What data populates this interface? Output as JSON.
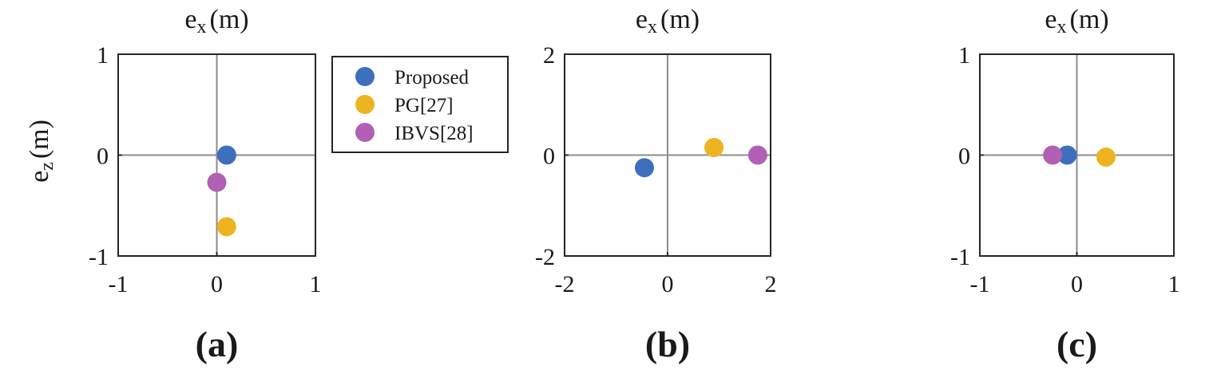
{
  "chart_data": [
    {
      "type": "scatter",
      "panel_label": "(a)",
      "x_label": "e",
      "x_label_sub": "x",
      "x_label_unit": "(m)",
      "y_label": "e",
      "y_label_sub": "z",
      "y_label_unit": "(m)",
      "xlim": [
        -1,
        1
      ],
      "ylim": [
        -1,
        1
      ],
      "xticks": [
        "-1",
        "0",
        "1"
      ],
      "yticks": [
        "-1",
        "0",
        "1"
      ],
      "grid": "zero lines only",
      "legend_position": "right",
      "series": [
        {
          "name": "Proposed",
          "color": "#3d6fbd",
          "x": [
            0.1
          ],
          "y": [
            0.0
          ]
        },
        {
          "name": "PG[27]",
          "color": "#eeb320",
          "x": [
            0.1
          ],
          "y": [
            -0.71
          ]
        },
        {
          "name": "IBVS[28]",
          "color": "#b160b5",
          "x": [
            0.0
          ],
          "y": [
            -0.27
          ]
        }
      ]
    },
    {
      "type": "scatter",
      "panel_label": "(b)",
      "x_label": "e",
      "x_label_sub": "x",
      "x_label_unit": "(m)",
      "xlim": [
        -2,
        2
      ],
      "ylim": [
        -2,
        2
      ],
      "xticks": [
        "-2",
        "0",
        "2"
      ],
      "yticks": [
        "-2",
        "0",
        "2"
      ],
      "grid": "zero lines only",
      "series": [
        {
          "name": "Proposed",
          "color": "#3d6fbd",
          "x": [
            -0.45
          ],
          "y": [
            -0.25
          ]
        },
        {
          "name": "PG[27]",
          "color": "#eeb320",
          "x": [
            0.9
          ],
          "y": [
            0.15
          ]
        },
        {
          "name": "IBVS[28]",
          "color": "#b160b5",
          "x": [
            1.75
          ],
          "y": [
            0.0
          ]
        }
      ]
    },
    {
      "type": "scatter",
      "panel_label": "(c)",
      "x_label": "e",
      "x_label_sub": "x",
      "x_label_unit": "(m)",
      "xlim": [
        -1,
        1
      ],
      "ylim": [
        -1,
        1
      ],
      "xticks": [
        "-1",
        "0",
        "1"
      ],
      "yticks": [
        "-1",
        "0",
        "1"
      ],
      "grid": "zero lines only",
      "series": [
        {
          "name": "Proposed",
          "color": "#3d6fbd",
          "x": [
            -0.1
          ],
          "y": [
            0.0
          ]
        },
        {
          "name": "PG[27]",
          "color": "#eeb320",
          "x": [
            0.3
          ],
          "y": [
            -0.02
          ]
        },
        {
          "name": "IBVS[28]",
          "color": "#b160b5",
          "x": [
            -0.25
          ],
          "y": [
            0.0
          ]
        }
      ]
    }
  ],
  "legend": [
    {
      "label": "Proposed",
      "color": "#3d6fbd"
    },
    {
      "label": "PG[27]",
      "color": "#eeb320"
    },
    {
      "label": "IBVS[28]",
      "color": "#b160b5"
    }
  ]
}
